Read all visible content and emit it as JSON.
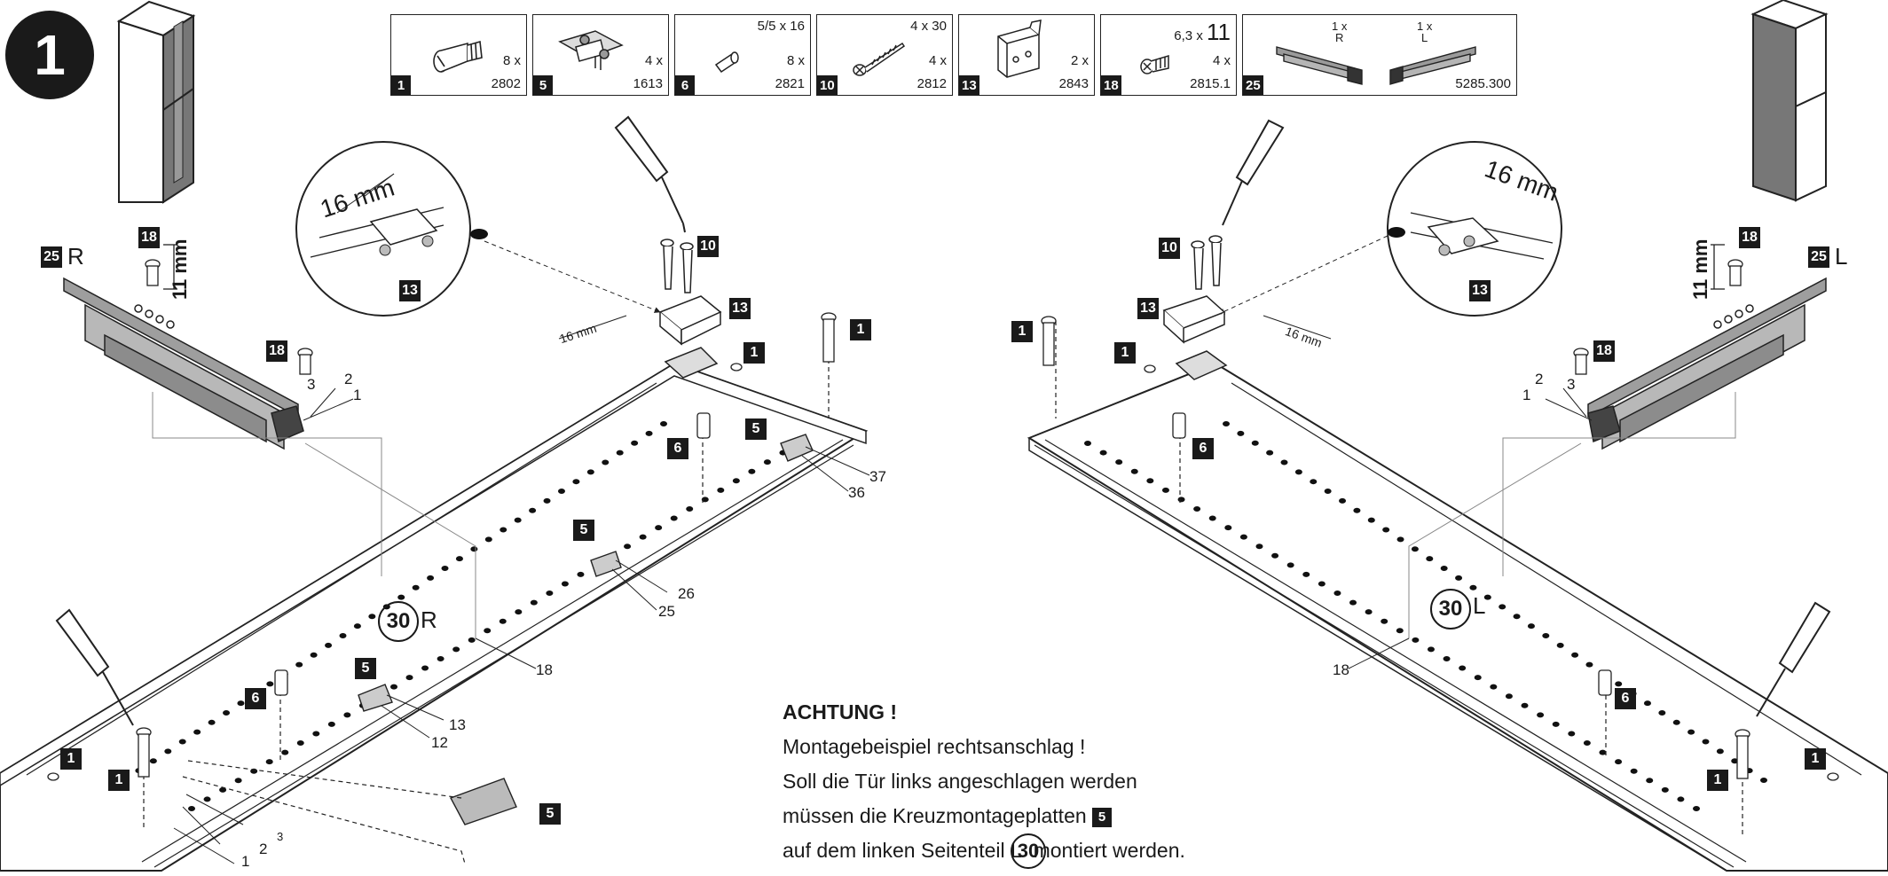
{
  "step": "1",
  "parts": [
    {
      "id": "1",
      "qty": "8 x",
      "code": "2802",
      "dim": "",
      "w": 154,
      "icon": "cam-bolt-icon"
    },
    {
      "id": "5",
      "qty": "4 x",
      "code": "1613",
      "dim": "",
      "w": 154,
      "icon": "mounting-plate-icon"
    },
    {
      "id": "6",
      "qty": "8 x",
      "code": "2821",
      "dim": "5/5 x 16",
      "w": 154,
      "icon": "dowel-icon"
    },
    {
      "id": "10",
      "qty": "4 x",
      "code": "2812",
      "dim": "4 x 30",
      "w": 154,
      "icon": "wood-screw-icon"
    },
    {
      "id": "13",
      "qty": "2 x",
      "code": "2843",
      "dim": "",
      "w": 154,
      "icon": "angle-bracket-icon"
    },
    {
      "id": "18",
      "qty": "4 x",
      "code": "2815.1",
      "dim_small": "6,3 x",
      "dim_big": "11",
      "w": 154,
      "icon": "euro-screw-icon"
    },
    {
      "id": "25",
      "qty_r": "1 x",
      "side_r": "R",
      "qty_l": "1 x",
      "side_l": "L",
      "code": "5285.300",
      "w": 310,
      "icon": "drawer-runner-icon"
    }
  ],
  "labels": {
    "dim_16mm": "16 mm",
    "dim_11mm": "11 mm",
    "panel_r_num": "30",
    "panel_r_side": "R",
    "panel_l_num": "30",
    "panel_l_side": "L",
    "runner_r": "R",
    "runner_l": "L",
    "n1": "1",
    "n2": "2",
    "n3": "3",
    "n5": "5",
    "n6": "6",
    "n10": "10",
    "n13": "13",
    "n18": "18",
    "n25": "25",
    "c12": "12",
    "c13": "13",
    "c18": "18",
    "c25": "25",
    "c26": "26",
    "c36": "36",
    "c37": "37"
  },
  "notice": {
    "title": "ACHTUNG !",
    "line1": "Montagebeispiel rechtsanschlag !",
    "line2": "Soll die Tür links angeschlagen werden",
    "line3_pre": "müssen die Kreuzmontageplatten",
    "line3_tag": "5",
    "line4_pre": "auf dem linken Seitenteil",
    "line4_num": "30",
    "line4_side": "L",
    "line4_post": "montiert werden."
  }
}
